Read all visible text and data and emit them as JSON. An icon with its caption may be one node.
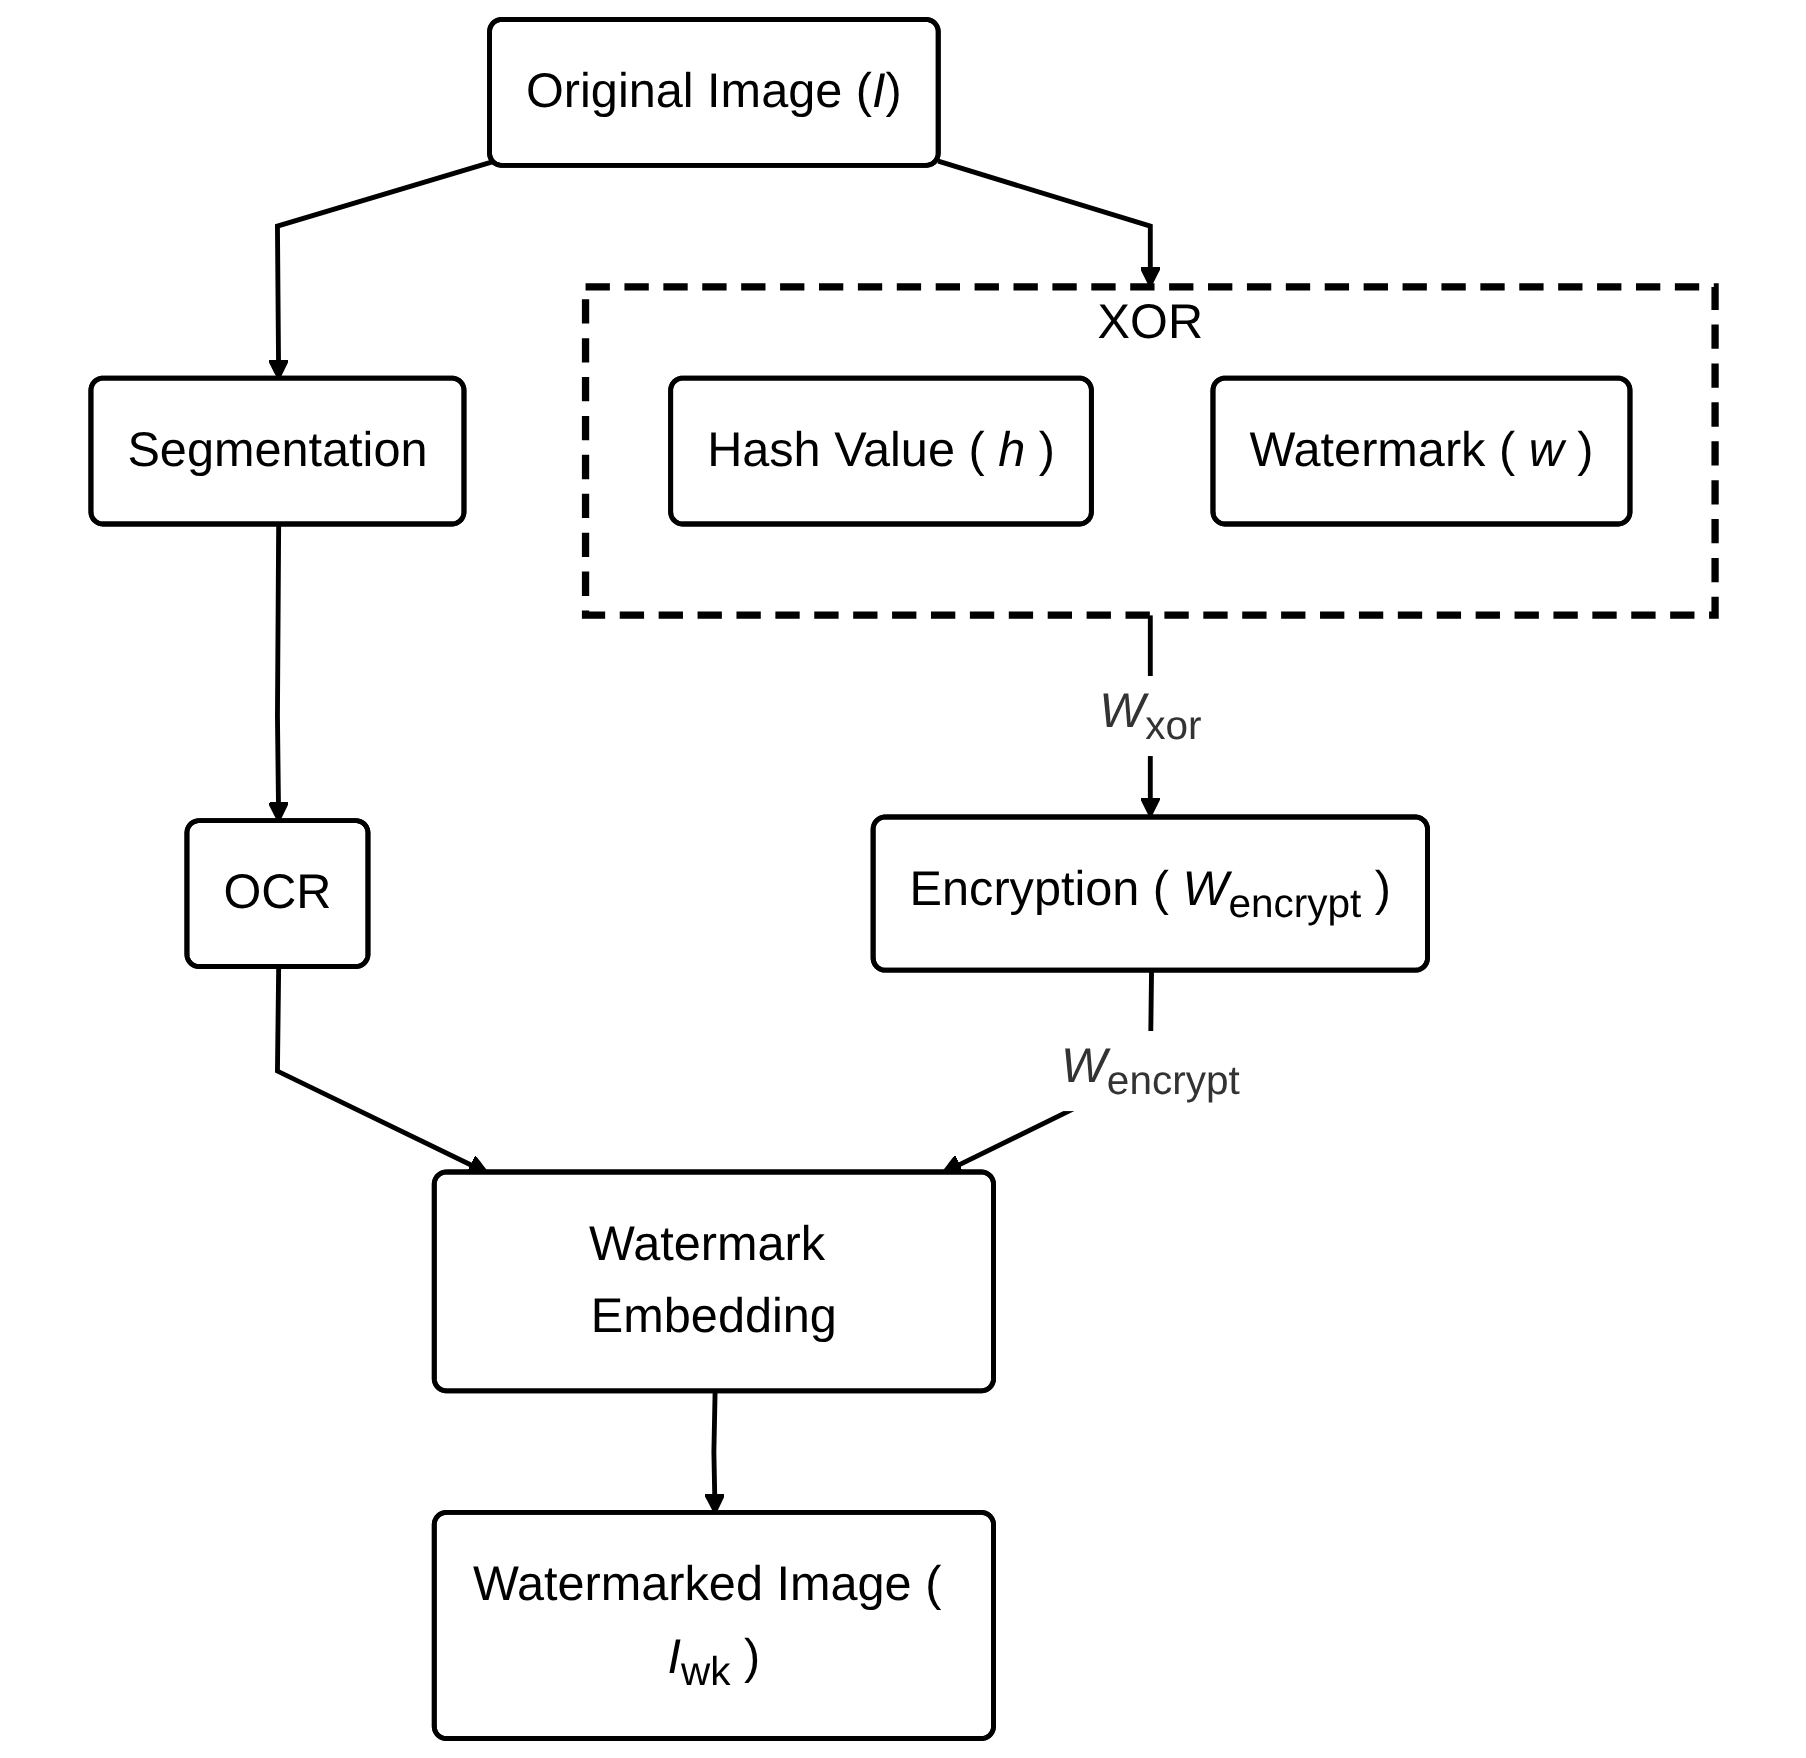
{
  "diagram": {
    "nodes": [
      {
        "text": [
          "Original Image (*I*)"
        ]
      },
      {
        "text": [
          "Segmentation"
        ]
      },
      {
        "text": [
          "XOR"
        ]
      },
      {
        "text": [
          "Hash Value ( *h* )"
        ],
        "in": 2
      },
      {
        "text": [
          "Watermark ( *w* )"
        ],
        "in": 2
      },
      {
        "text": [
          "OCR"
        ]
      },
      {
        "text": [
          "Encryption ( *W*$_{encrypt}$ )"
        ]
      },
      {
        "text": [
          "Watermark Embedding"
        ]
      },
      {
        "text": [
          "Watermarked Image ( *I*$_{wk}$ )"
        ]
      }
    ],
    "edges": [
      {
        "from": 0,
        "to": 1,
        "arrow": "to"
      },
      {
        "from": 0,
        "to": 2,
        "arrow": "to"
      },
      {
        "from": 1,
        "to": 5,
        "arrow": "to"
      },
      {
        "from": 2,
        "to": 6,
        "arrow": "to",
        "label": "*W*$_{xor}$"
      },
      {
        "from": 5,
        "to": 7,
        "arrow": "to"
      },
      {
        "from": 6,
        "to": 7,
        "arrow": "to",
        "label": "*W*$_{encrypt}$"
      },
      {
        "from": 7,
        "to": 8,
        "arrow": "to"
      }
    ]
  }
}
